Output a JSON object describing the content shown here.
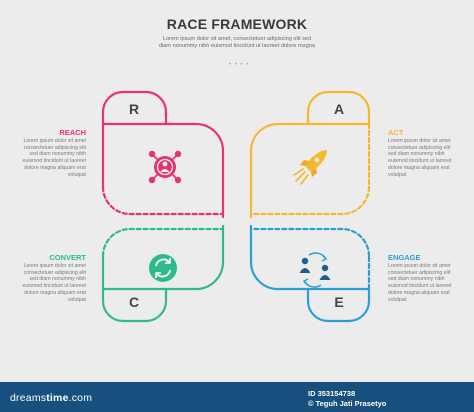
{
  "header": {
    "title": "RACE FRAMEWORK",
    "subtitle": "Lorem ipsum dolor sit amet, consectetuer adipiscing elit sed diam nonummy nibh euismod tincidunt ut laoreet dolore magna",
    "dots": "• • • •"
  },
  "quadrants": {
    "reach": {
      "letter": "R",
      "label": "REACH",
      "color": "#e8336d",
      "icon": "target-person-icon",
      "text": "Lorem ipsum dolor sit amet consectetuer adipiscing elit sed diam nonummy nibh euismod tincidunt ut laoreet dolore magna aliquam erat volutpat"
    },
    "act": {
      "letter": "A",
      "label": "ACT",
      "color": "#f5b82e",
      "icon": "rocket-icon",
      "text": "Lorem ipsum dolor sit amet consectetuer adipiscing elit sed diam nonummy nibh euismod tincidunt ut laoreet dolore magna aliquam erat volutpat"
    },
    "convert": {
      "letter": "C",
      "label": "CONVERT",
      "color": "#2fba8c",
      "icon": "refresh-icon",
      "text": "Lorem ipsum dolor sit amet consectetuer adipiscing elit sed diam nonummy nibh euismod tincidunt ut laoreet dolore magna aliquam erat volutpat"
    },
    "engage": {
      "letter": "E",
      "label": "ENGAGE",
      "color": "#2a9fd6",
      "icon": "people-exchange-icon",
      "text": "Lorem ipsum dolor sit amet consectetuer adipiscing elit sed diam nonummy nibh euismod tincidunt ut laoreet dolore magna aliquam erat volutpat"
    }
  },
  "footer": {
    "brand_light": "dreams",
    "brand_bold": "time",
    "brand_suffix": ".com",
    "id_text": "ID 353154738",
    "credit": "© Teguh Jati Prasetyo",
    "bg": "#17507e"
  }
}
